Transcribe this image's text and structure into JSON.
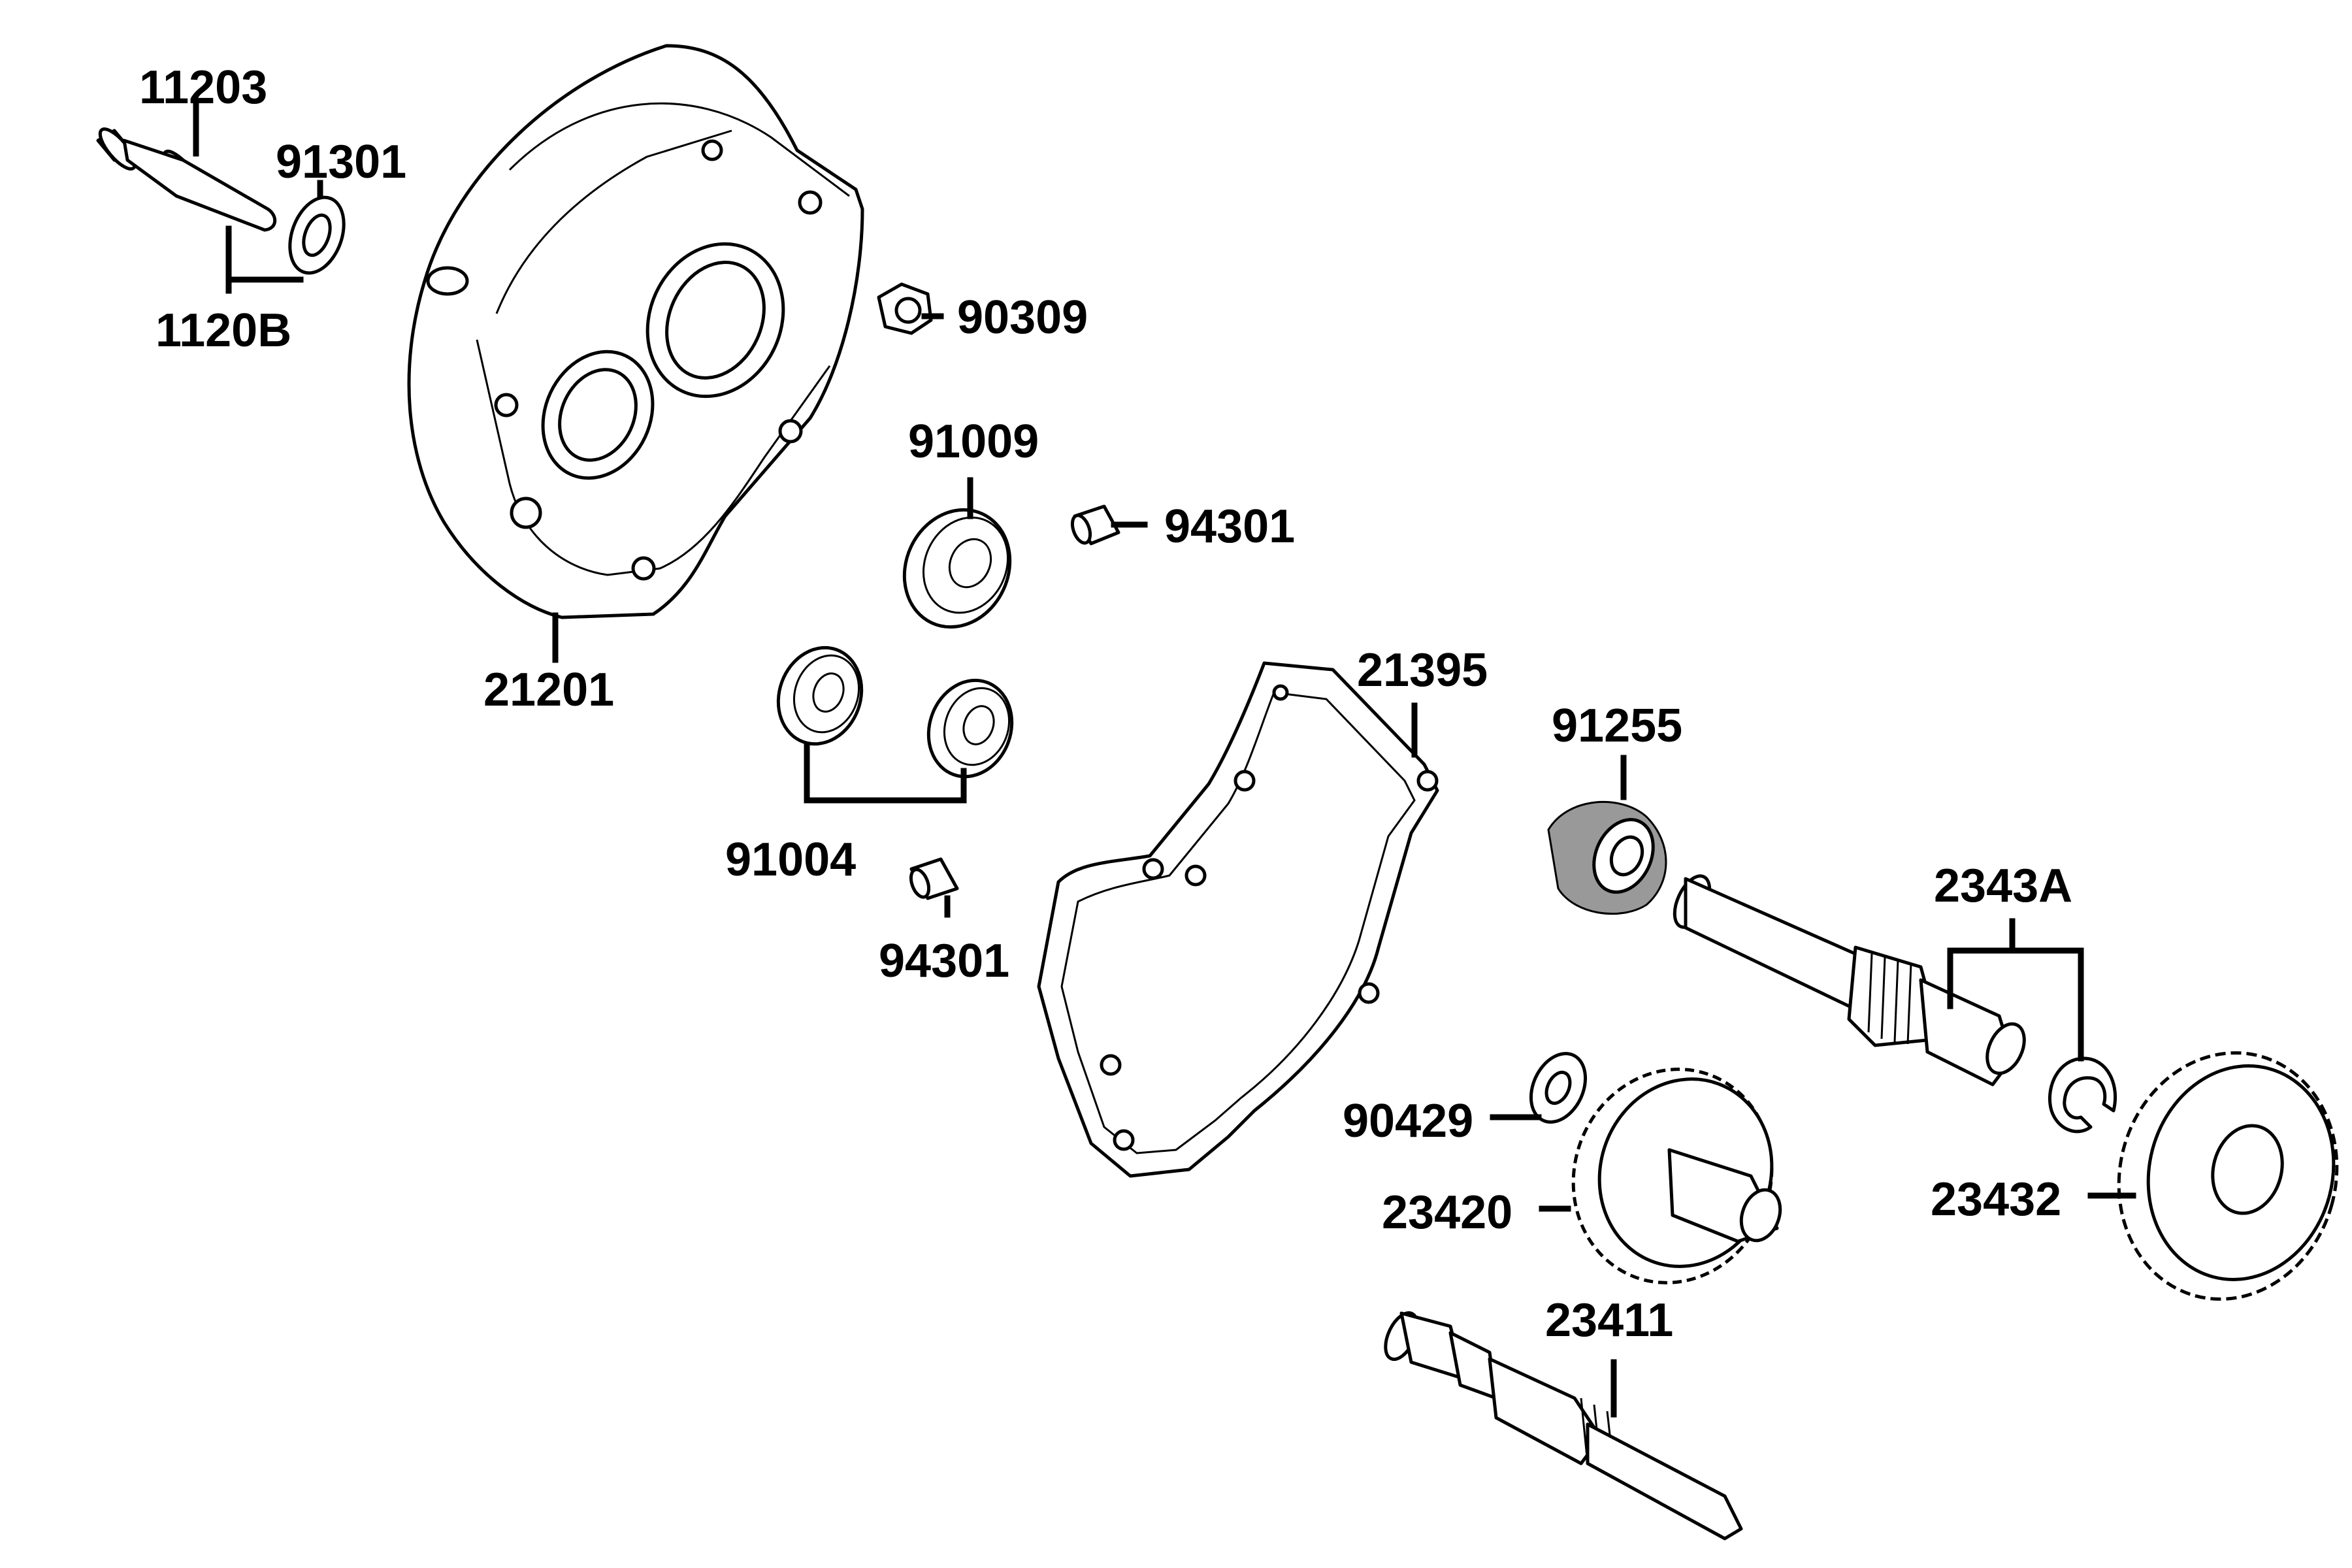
{
  "parts": {
    "p11203": "11203",
    "p91301": "91301",
    "p1120B": "1120B",
    "p90309": "90309",
    "p91009": "91009",
    "p94301a": "94301",
    "p21201": "21201",
    "p21395": "21395",
    "p91255": "91255",
    "p91004": "91004",
    "p94301b": "94301",
    "p2343A": "2343A",
    "p90429": "90429",
    "p23420": "23420",
    "p23432": "23432",
    "p23411": "23411"
  }
}
